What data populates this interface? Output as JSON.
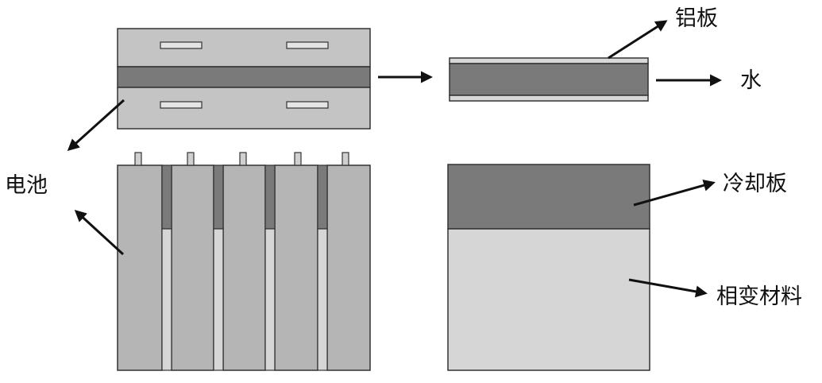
{
  "labels": {
    "aluminum_plate": "铝板",
    "water": "水",
    "battery": "电池",
    "cooling_plate": "冷却板",
    "phase_change_material": "相变材料"
  },
  "colors": {
    "light_gray": "#c4c4c4",
    "medium_gray": "#b5b5b5",
    "dark_gray": "#7a7a7a",
    "pale_gray": "#d6d6d6",
    "outline": "#333333",
    "arrow": "#111111"
  }
}
